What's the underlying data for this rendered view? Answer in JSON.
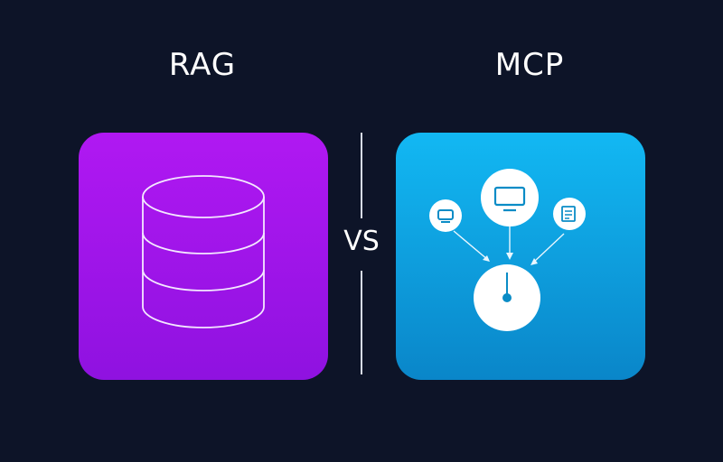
{
  "left": {
    "title": "RAG",
    "icon": "database-icon",
    "gradient": [
      "#b018f2",
      "#8f12e0"
    ]
  },
  "center": {
    "label": "VS"
  },
  "right": {
    "title": "MCP",
    "icon_nodes": [
      "tv-icon",
      "monitor-icon",
      "document-icon"
    ],
    "hub_icon": "hub-icon",
    "gradient": [
      "#12b8f3",
      "#0a86c9"
    ]
  },
  "colors": {
    "background": "#0d1428",
    "divider": "#d6dbe6",
    "text": "#ffffff"
  }
}
